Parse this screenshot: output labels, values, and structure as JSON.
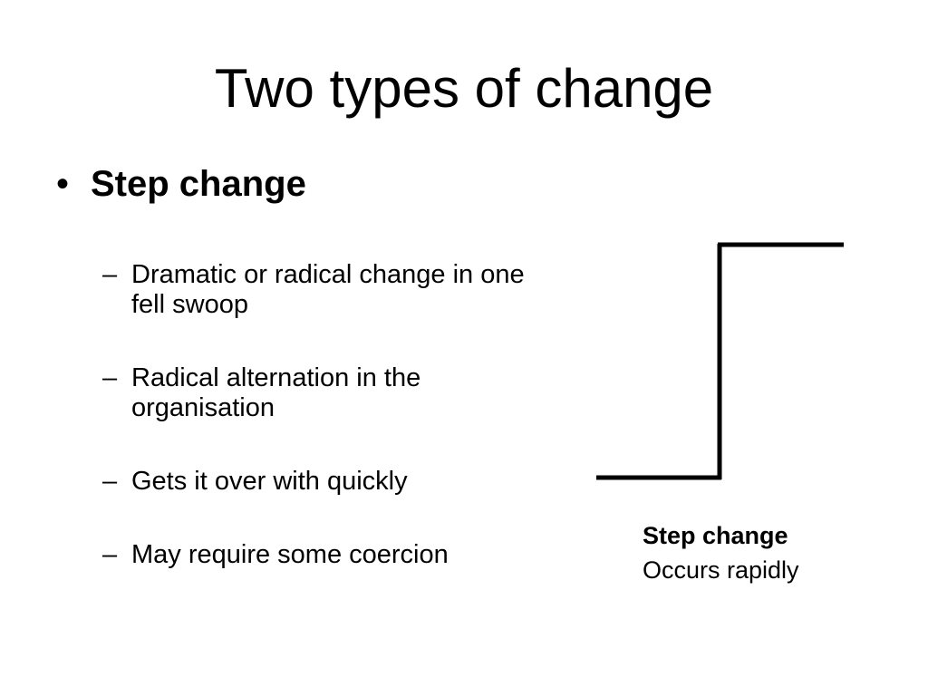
{
  "slide": {
    "title": "Two types of change",
    "bullet": {
      "symbol": "•",
      "label": "Step change"
    },
    "sub_items": [
      {
        "dash": "–",
        "text": "Dramatic or radical change in one fell swoop"
      },
      {
        "dash": "–",
        "text": "Radical alternation in the organisation"
      },
      {
        "dash": "–",
        "text": "Gets it over with quickly"
      },
      {
        "dash": "–",
        "text": "May require some coercion"
      }
    ],
    "diagram": {
      "caption_title": "Step change",
      "caption_subtitle": "Occurs rapidly",
      "line_color": "#000000"
    }
  }
}
